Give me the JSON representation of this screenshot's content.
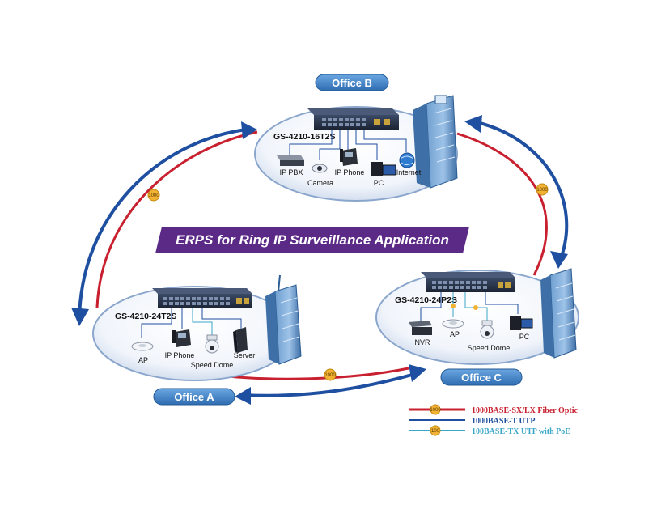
{
  "title": "ERPS for Ring IP Surveillance Application",
  "colors": {
    "fiber": "#c8202f",
    "utp": "#1f4fa0",
    "poe": "#3aa6c8",
    "title_bg": "#5b2a86",
    "office_label_bg": "#3e7fc4",
    "badge": "#f2b233"
  },
  "offices": {
    "b": {
      "label": "Office B",
      "model": "GS-4210-16T2S",
      "devices": [
        {
          "icon": "ip-pbx-icon",
          "label": "IP PBX"
        },
        {
          "icon": "camera-icon",
          "label": "Camera"
        },
        {
          "icon": "ip-phone-icon",
          "label": "IP Phone"
        },
        {
          "icon": "pc-icon",
          "label": "PC"
        },
        {
          "icon": "internet-globe-icon",
          "label": "Internet"
        }
      ]
    },
    "a": {
      "label": "Office A",
      "model": "GS-4210-24T2S",
      "devices": [
        {
          "icon": "access-point-icon",
          "label": "AP"
        },
        {
          "icon": "ip-phone-icon",
          "label": "IP Phone"
        },
        {
          "icon": "speed-dome-icon",
          "label": "Speed Dome"
        },
        {
          "icon": "server-icon",
          "label": "Server"
        }
      ]
    },
    "c": {
      "label": "Office C",
      "model": "GS-4210-24P2S",
      "devices": [
        {
          "icon": "nvr-icon",
          "label": "NVR"
        },
        {
          "icon": "access-point-icon",
          "label": "AP"
        },
        {
          "icon": "speed-dome-icon",
          "label": "Speed Dome"
        },
        {
          "icon": "pc-icon",
          "label": "PC"
        }
      ]
    }
  },
  "link_badges": [
    "1000",
    "1000",
    "1000"
  ],
  "legend": {
    "badge_fiber": "1000",
    "badge_poe": "100",
    "items": [
      {
        "label": "1000BASE-SX/LX Fiber Optic",
        "color": "#c8202f"
      },
      {
        "label": "1000BASE-T UTP",
        "color": "#1f4fa0"
      },
      {
        "label": "100BASE-TX UTP with PoE",
        "color": "#3aa6c8"
      }
    ]
  }
}
